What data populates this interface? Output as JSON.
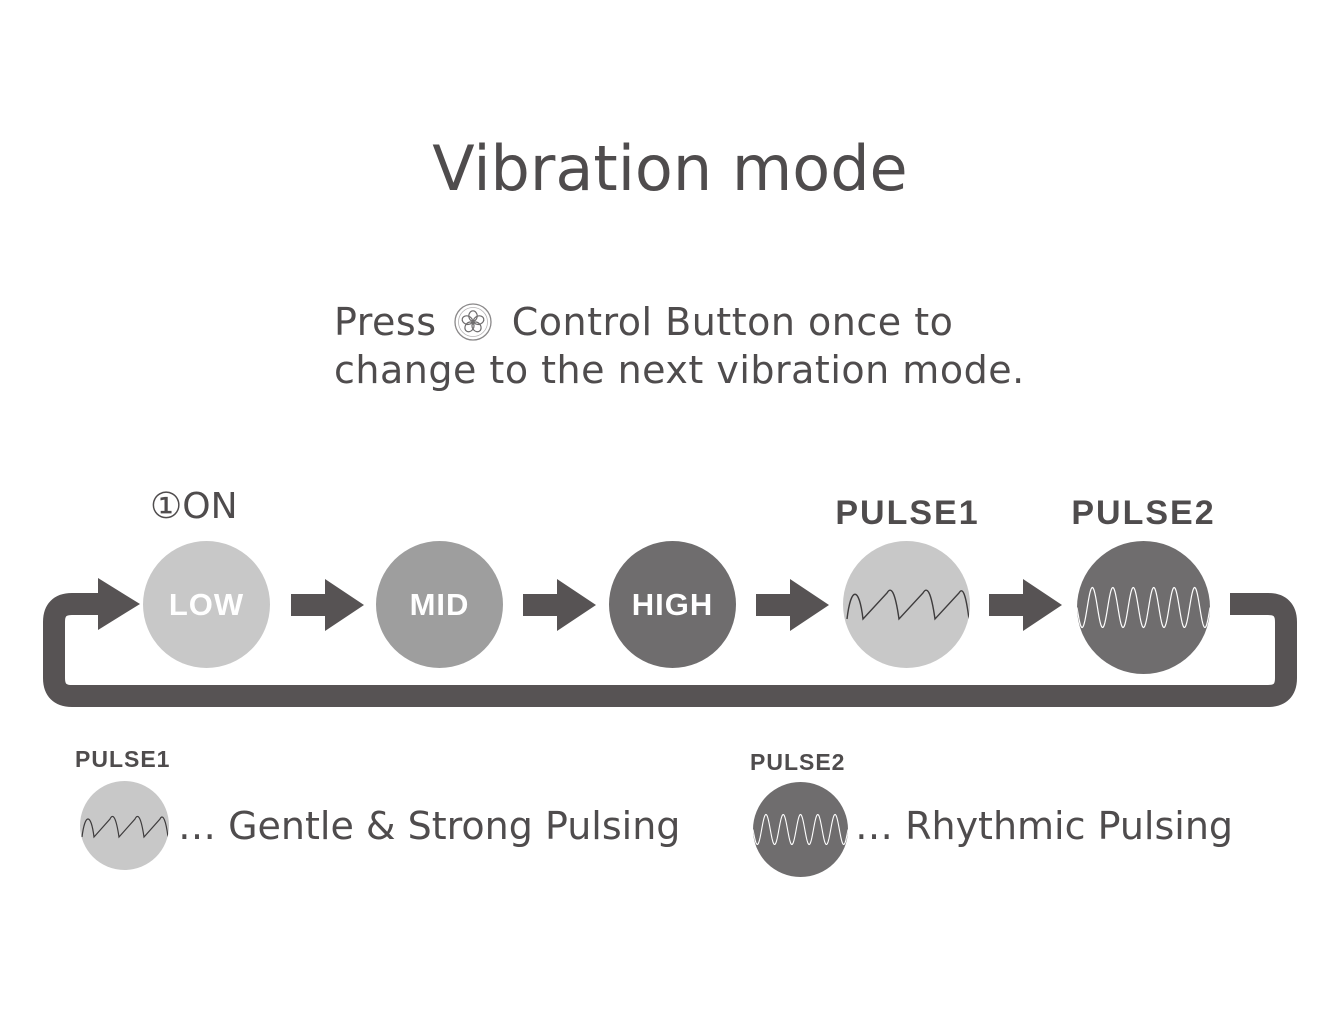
{
  "title": "Vibration mode",
  "instruction": {
    "line1_before": "Press",
    "line1_after": "Control Button once to",
    "line2": "change to the next vibration mode.",
    "icon": "flower-button-icon"
  },
  "flow": {
    "start_label": "①ON",
    "modes": [
      {
        "label": "LOW",
        "color": "#c8c8c8"
      },
      {
        "label": "MID",
        "color": "#9e9e9e"
      },
      {
        "label": "HIGH",
        "color": "#6f6d6e"
      },
      {
        "label": "PULSE1",
        "header": "PULSE1",
        "color": "#c8c8c8",
        "icon": "sawtooth-wave-icon"
      },
      {
        "label": "PULSE2",
        "header": "PULSE2",
        "color": "#6f6d6e",
        "icon": "sine-wave-icon"
      }
    ],
    "arrow_color": "#575354"
  },
  "legend": [
    {
      "header": "PULSE1",
      "text": "… Gentle & Strong Pulsing",
      "color": "#c8c8c8"
    },
    {
      "header": "PULSE2",
      "text": "… Rhythmic Pulsing",
      "color": "#6f6d6e"
    }
  ]
}
